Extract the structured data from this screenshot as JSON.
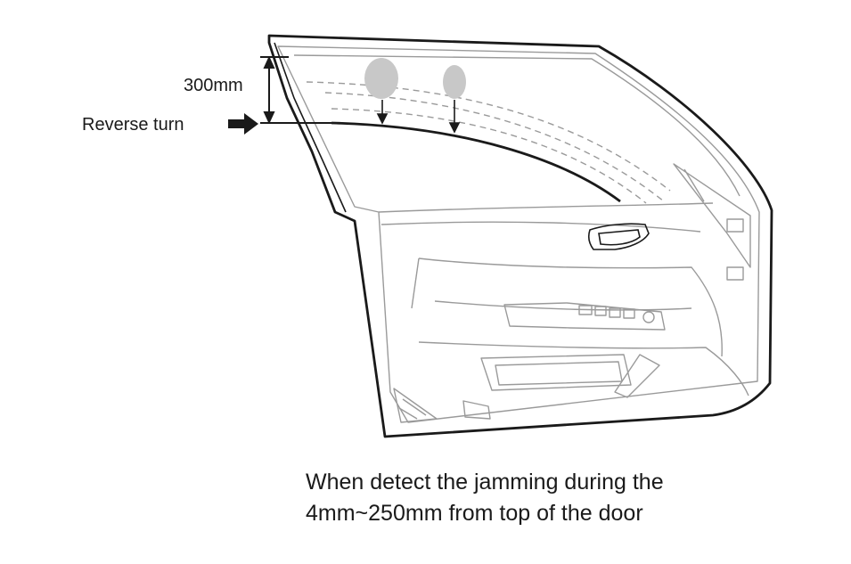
{
  "labels": {
    "dimension": "300mm",
    "reverse": "Reverse turn"
  },
  "caption": {
    "line1": "When detect the jamming during the",
    "line2": "4mm~250mm from top of the door"
  },
  "colors": {
    "line": "#1a1a1a",
    "detail": "#9a9a9a",
    "object": "#c8c8c8"
  },
  "icons": {
    "arrow": "right-arrow-icon"
  }
}
